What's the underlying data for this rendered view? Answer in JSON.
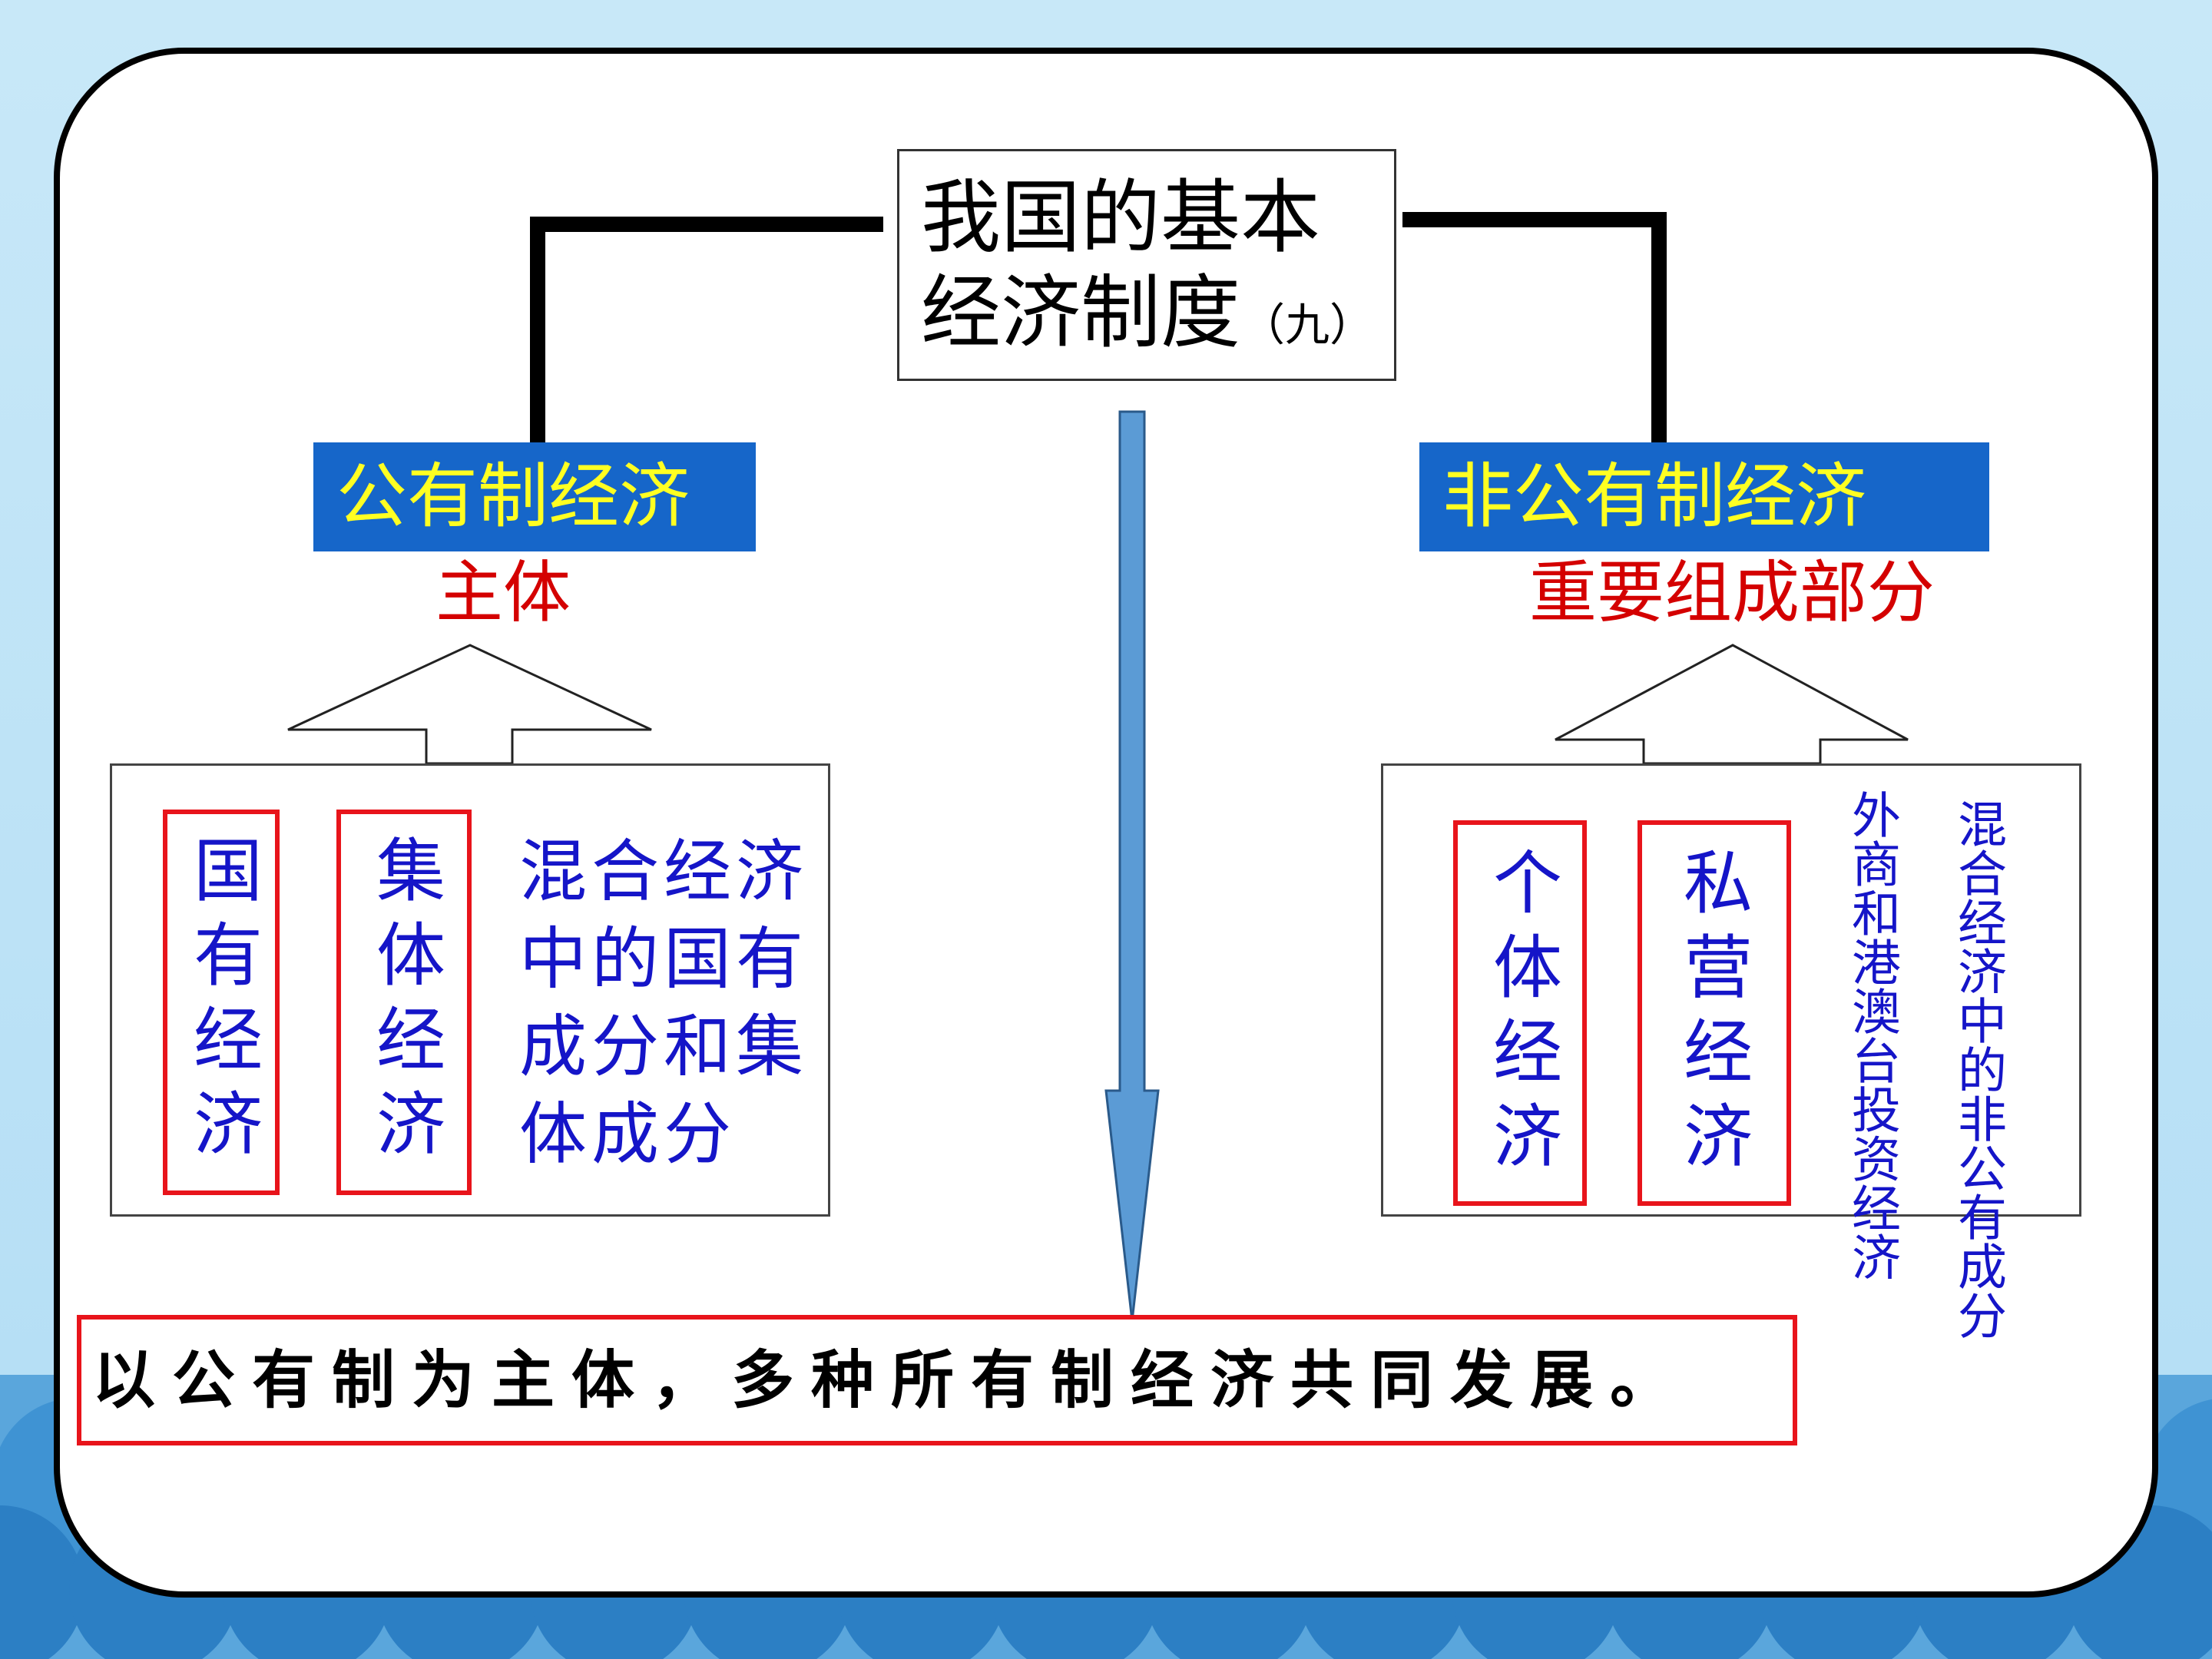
{
  "title": {
    "main_line1": "我国的基本",
    "main_line2": "经济制度",
    "suffix": "（九）"
  },
  "left": {
    "label": "公有制经济",
    "role": "主体",
    "items": [
      {
        "text": "国有经济"
      },
      {
        "text": "集体经济"
      }
    ],
    "note": [
      "混合经济",
      "中的国有",
      "成分和集",
      "体成分"
    ]
  },
  "right": {
    "label": "非公有制经济",
    "role": "重要组成部分",
    "items": [
      {
        "text": "个体经济"
      },
      {
        "text": "私营经济"
      }
    ],
    "vertical_notes": [
      "外商和港澳台投资经济",
      "混合经济中的非公有成分"
    ]
  },
  "conclusion": "以公有制为主体，多种所有制经济共同发展。",
  "colors": {
    "label_bg": "#1666c9",
    "label_text": "#ffff22",
    "role_text": "#d40000",
    "item_text": "#1515c8",
    "arrow": "#5b9bd5",
    "frame_red": "#e8141b"
  }
}
